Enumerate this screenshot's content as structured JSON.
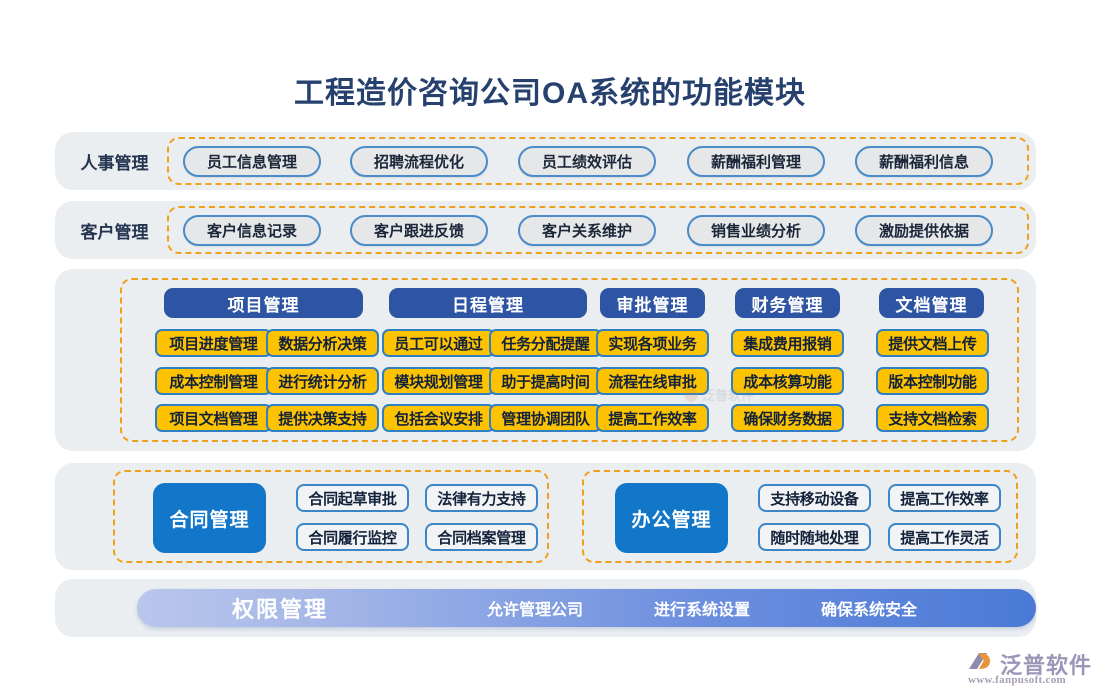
{
  "title": "工程造价咨询公司OA系统的功能模块",
  "colors": {
    "title": "#27416e",
    "card_bg": "#eaeef1",
    "dashed_border": "#f0a019",
    "header_blue": "#2e55a3",
    "item_yellow": "#fdc300",
    "block_blue": "#1277c8",
    "pill_border": "#3d86c6",
    "perm_gradient_start": "#b9c6ec",
    "perm_gradient_end": "#4a7ad6"
  },
  "top_rows": [
    {
      "label": "人事管理",
      "items": [
        "员工信息管理",
        "招聘流程优化",
        "员工绩效评估",
        "薪酬福利管理",
        "薪酬福利信息"
      ]
    },
    {
      "label": "客户管理",
      "items": [
        "客户信息记录",
        "客户跟进反馈",
        "客户关系维护",
        "销售业绩分析",
        "激励提供依据"
      ]
    }
  ],
  "mid_columns": [
    {
      "header": "项目管理",
      "groups": [
        [
          "项目进度管理",
          "成本控制管理",
          "项目文档管理"
        ],
        [
          "数据分析决策",
          "进行统计分析",
          "提供决策支持"
        ]
      ]
    },
    {
      "header": "日程管理",
      "groups": [
        [
          "员工可以通过",
          "模块规划管理",
          "包括会议安排"
        ],
        [
          "任务分配提醒",
          "助于提高时间",
          "管理协调团队"
        ]
      ]
    },
    {
      "header": "审批管理",
      "groups": [
        [
          "实现各项业务",
          "流程在线审批",
          "提高工作效率"
        ]
      ]
    },
    {
      "header": "财务管理",
      "groups": [
        [
          "集成费用报销",
          "成本核算功能",
          "确保财务数据"
        ]
      ]
    },
    {
      "header": "文档管理",
      "groups": [
        [
          "提供文档上传",
          "版本控制功能",
          "支持文档检索"
        ]
      ]
    }
  ],
  "lower_blocks": [
    {
      "title": "合同管理",
      "items": [
        "合同起草审批",
        "法律有力支持",
        "合同履行监控",
        "合同档案管理"
      ]
    },
    {
      "title": "办公管理",
      "items": [
        "支持移动设备",
        "提高工作效率",
        "随时随地处理",
        "提高工作灵活"
      ]
    }
  ],
  "permission": {
    "title": "权限管理",
    "items": [
      "允许管理公司",
      "进行系统设置",
      "确保系统安全"
    ]
  },
  "watermark": {
    "text": "泛普软件",
    "sub": "WWW.FANPUSOFT.COM"
  },
  "logo": {
    "name": "泛普软件",
    "url": "www.fanpusoft.com"
  }
}
